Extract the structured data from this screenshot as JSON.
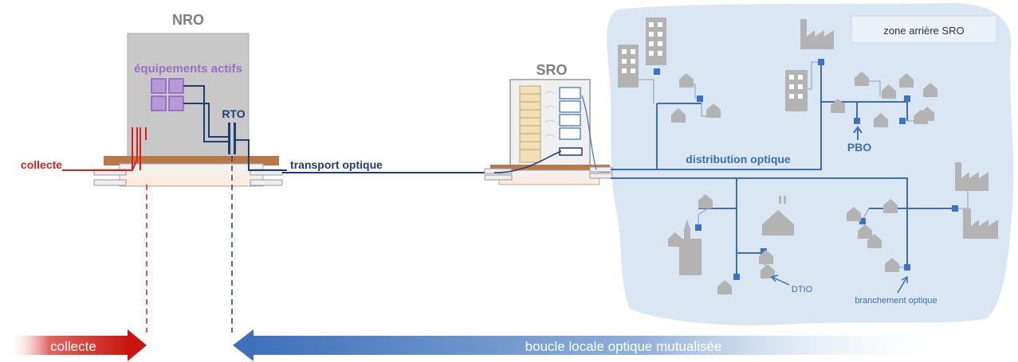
{
  "labels": {
    "nro": "NRO",
    "sro": "SRO",
    "equipements_actifs": "équipements actifs",
    "rto": "RTO",
    "collecte_side": "collecte",
    "transport_optique": "transport optique",
    "distribution_optique": "distribution optique",
    "pbo": "PBO",
    "dtio": "DTIO",
    "branchement_optique": "branchement optique",
    "zone_arriere": "zone arrière SRO",
    "arrow_collecte": "collecte",
    "arrow_boucle": "boucle locale optique mutualisée"
  },
  "colors": {
    "collecte_red": "#d9201c",
    "fiber_dark_blue": "#1f3f74",
    "fiber_blue": "#3a6fb8",
    "node_blue": "#3b74c4",
    "zone_fill": "#dbe6f3",
    "building_gray": "#b3b3b3",
    "equipment_purple": "#9a6fc6"
  }
}
